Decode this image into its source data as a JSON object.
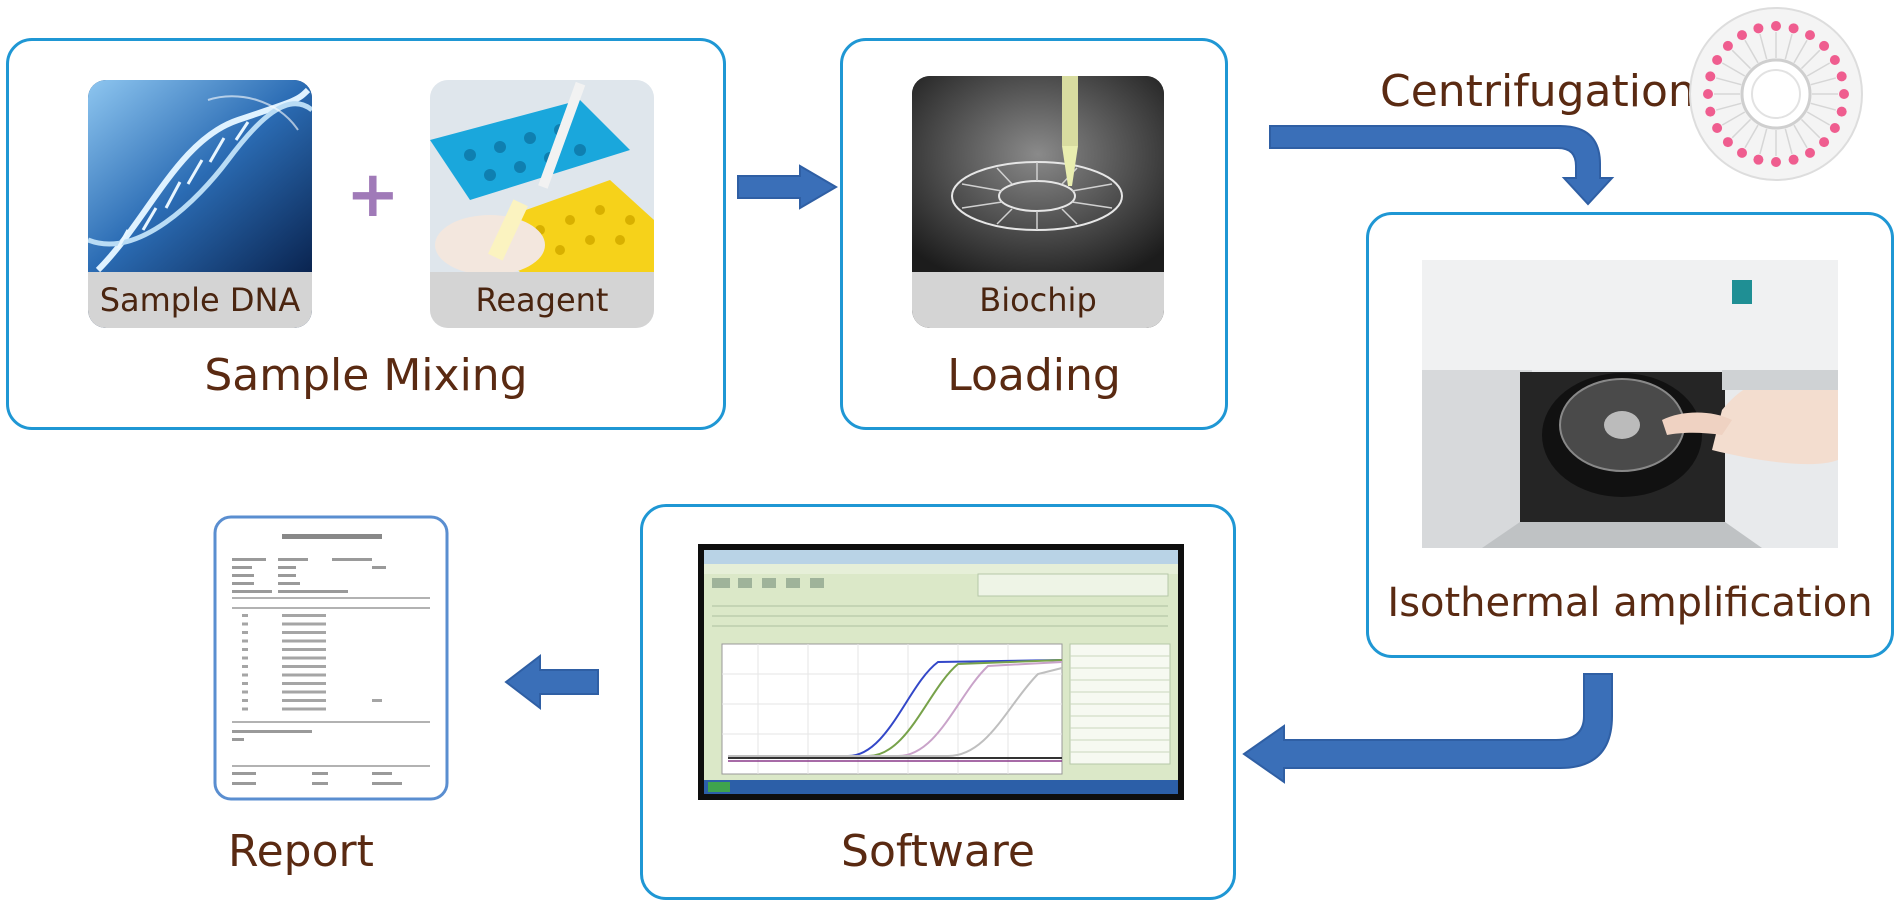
{
  "steps": {
    "mixing": {
      "caption": "Sample Mixing",
      "dna_label": "Sample DNA",
      "reagent_label": "Reagent",
      "plus": "+"
    },
    "loading": {
      "caption": "Loading",
      "chip_label": "Biochip"
    },
    "centrifugation": {
      "caption": "Centrifugation"
    },
    "amplification": {
      "caption": "Isothermal amplification"
    },
    "software": {
      "caption": "Software"
    },
    "report": {
      "caption": "Report"
    }
  },
  "colors": {
    "border": "#1f97d4",
    "arrow": "#3a6fb8",
    "caption_text": "#5a2a12",
    "tile_label_bg": "#d4d4d4"
  }
}
